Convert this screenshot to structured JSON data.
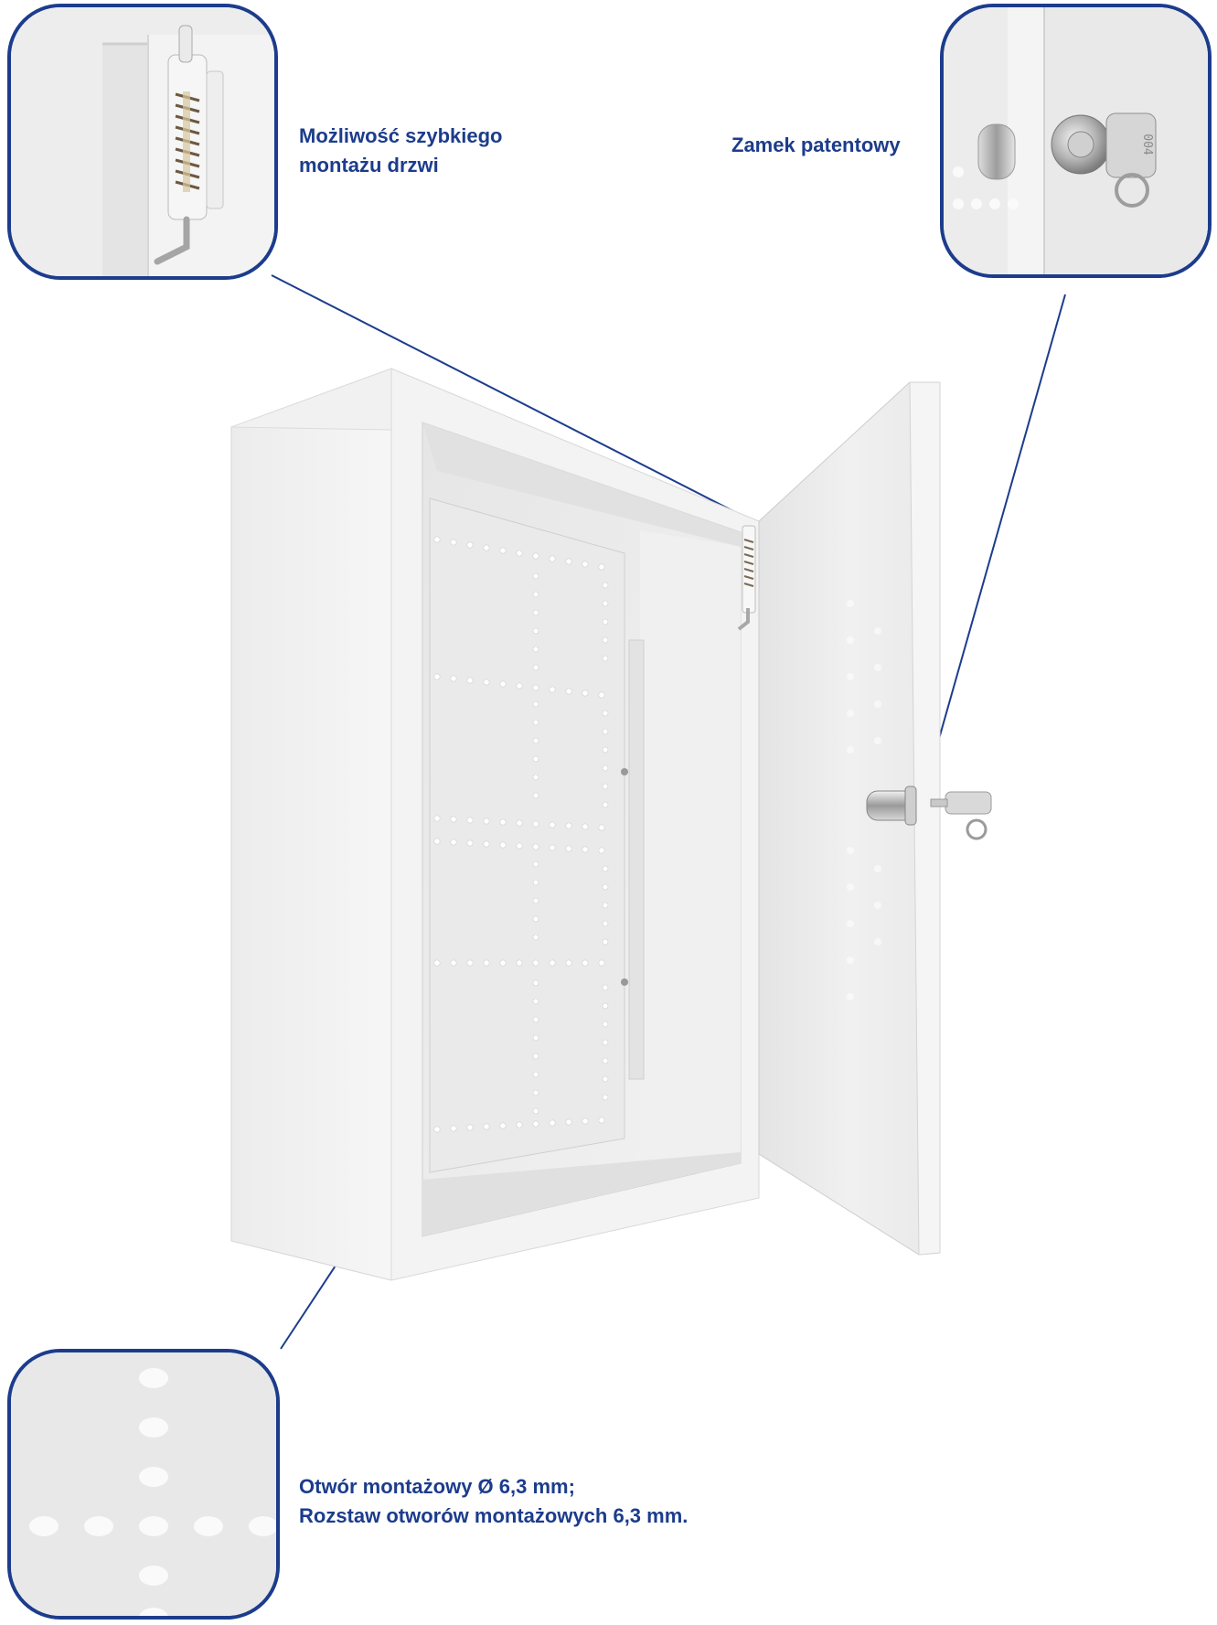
{
  "callouts": {
    "door_mount": {
      "lines": [
        "Możliwość szybkiego",
        "montażu drzwi"
      ]
    },
    "lock": {
      "lines": [
        "Zamek patentowy"
      ]
    },
    "holes": {
      "lines": [
        "Otwór montażowy Ø 6,3 mm;",
        "Rozstaw otworów montażowych 6,3 mm."
      ]
    }
  },
  "key_engraving": "004",
  "colors": {
    "accent": "#1c3c8c",
    "cabinet": "#eeeeee",
    "background": "#ffffff"
  }
}
